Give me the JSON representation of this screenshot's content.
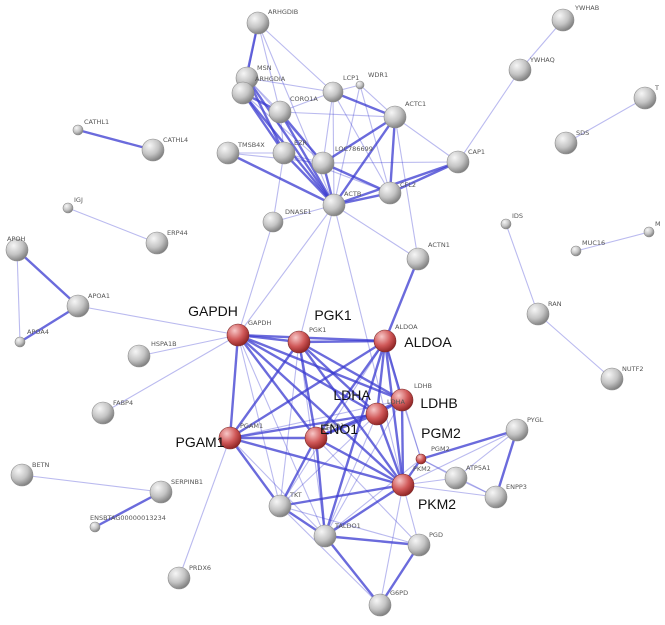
{
  "colors": {
    "edge": "#3a3ad0",
    "normal_node": "#c4c4c4",
    "normal_node_light": "#f6f6f6",
    "normal_node_dark": "#7a7a7a",
    "highlight_node": "#d05858",
    "highlight_node_light": "#f7c7c7",
    "highlight_node_dark": "#8a2020",
    "label": "#555555",
    "big_label": "#111111"
  },
  "network": {
    "nodes": [
      {
        "id": "ARHGDIB",
        "label": "ARHGDIB",
        "highlight": false
      },
      {
        "id": "YWHAB",
        "label": "YWHAB",
        "highlight": false
      },
      {
        "id": "YWHAQ",
        "label": "YWHAQ",
        "highlight": false
      },
      {
        "id": "MSN",
        "label": "MSN",
        "highlight": false
      },
      {
        "id": "ARHGDIA",
        "label": "ARHGDIA",
        "highlight": false
      },
      {
        "id": "LCP1",
        "label": "LCP1",
        "highlight": false
      },
      {
        "id": "WDR1",
        "label": "WDR1",
        "highlight": false
      },
      {
        "id": "CORO1A",
        "label": "CORO1A",
        "highlight": false
      },
      {
        "id": "ACTC1",
        "label": "ACTC1",
        "highlight": false
      },
      {
        "id": "CATHL1",
        "label": "CATHL1",
        "highlight": false
      },
      {
        "id": "CATHL4",
        "label": "CATHL4",
        "highlight": false
      },
      {
        "id": "TMSB4X",
        "label": "TMSB4X",
        "highlight": false
      },
      {
        "id": "EZR",
        "label": "EZR",
        "highlight": false
      },
      {
        "id": "LOC786699",
        "label": "LOC786699",
        "highlight": false
      },
      {
        "id": "CAP1",
        "label": "CAP1",
        "highlight": false
      },
      {
        "id": "SDS",
        "label": "SDS",
        "highlight": false
      },
      {
        "id": "T",
        "label": "T",
        "highlight": false
      },
      {
        "id": "CFL2",
        "label": "CFL2",
        "highlight": false
      },
      {
        "id": "ACTB",
        "label": "ACTB",
        "highlight": false
      },
      {
        "id": "IGJ",
        "label": "IGJ",
        "highlight": false
      },
      {
        "id": "DNASE1",
        "label": "DNASE1",
        "highlight": false
      },
      {
        "id": "ERP44",
        "label": "ERP44",
        "highlight": false
      },
      {
        "id": "IDS",
        "label": "IDS",
        "highlight": false
      },
      {
        "id": "MUC16",
        "label": "MUC16",
        "highlight": false
      },
      {
        "id": "M",
        "label": "M",
        "highlight": false
      },
      {
        "id": "APOH",
        "label": "APOH",
        "highlight": false
      },
      {
        "id": "ACTN1",
        "label": "ACTN1",
        "highlight": false
      },
      {
        "id": "APOA1",
        "label": "APOA1",
        "highlight": false
      },
      {
        "id": "RAN",
        "label": "RAN",
        "highlight": false
      },
      {
        "id": "APOA4",
        "label": "APOA4",
        "highlight": false
      },
      {
        "id": "GAPDH",
        "label": "GAPDH",
        "highlight": true,
        "big_label": "GAPDH"
      },
      {
        "id": "PGK1",
        "label": "PGK1",
        "highlight": true,
        "big_label": "PGK1"
      },
      {
        "id": "ALDOA",
        "label": "ALDOA",
        "highlight": true,
        "big_label": "ALDOA"
      },
      {
        "id": "HSPA1B",
        "label": "HSPA1B",
        "highlight": false
      },
      {
        "id": "NUTF2",
        "label": "NUTF2",
        "highlight": false
      },
      {
        "id": "LDHB",
        "label": "LDHB",
        "highlight": true,
        "big_label": "LDHB"
      },
      {
        "id": "LDHA",
        "label": "LDHA",
        "highlight": true,
        "big_label": "LDHA"
      },
      {
        "id": "FABP4",
        "label": "FABP4",
        "highlight": false
      },
      {
        "id": "PYGL",
        "label": "PYGL",
        "highlight": false
      },
      {
        "id": "PGAM1",
        "label": "PGAM1",
        "highlight": true,
        "big_label": "PGAM1"
      },
      {
        "id": "ENO1",
        "label": "ENO1",
        "highlight": true,
        "big_label": "ENO1"
      },
      {
        "id": "PGM2",
        "label": "PGM2",
        "highlight": true,
        "big_label": "PGM2"
      },
      {
        "id": "PKM2",
        "label": "PKM2",
        "highlight": true,
        "big_label": "PKM2"
      },
      {
        "id": "ATP5A1",
        "label": "ATP5A1",
        "highlight": false
      },
      {
        "id": "BETN",
        "label": "BETN",
        "highlight": false
      },
      {
        "id": "ENPP3",
        "label": "ENPP3",
        "highlight": false
      },
      {
        "id": "SERPINB1",
        "label": "SERPINB1",
        "highlight": false
      },
      {
        "id": "TKT",
        "label": "TKT",
        "highlight": false
      },
      {
        "id": "ENSBTAG",
        "label": "ENSBTAG00000013234",
        "highlight": false
      },
      {
        "id": "TALDO1",
        "label": "TALDO1",
        "highlight": false
      },
      {
        "id": "PGD",
        "label": "PGD",
        "highlight": false
      },
      {
        "id": "PRDX6",
        "label": "PRDX6",
        "highlight": false
      },
      {
        "id": "G6PD",
        "label": "G6PD",
        "highlight": false
      }
    ],
    "edges": [
      [
        "ARHGDIB",
        "ARHGDIA",
        2
      ],
      [
        "ARHGDIB",
        "MSN",
        1
      ],
      [
        "ARHGDIB",
        "CORO1A",
        1
      ],
      [
        "ARHGDIB",
        "LCP1",
        1
      ],
      [
        "ARHGDIB",
        "ACTB",
        1
      ],
      [
        "YWHAB",
        "YWHAQ",
        1
      ],
      [
        "YWHAQ",
        "CAP1",
        1
      ],
      [
        "ARHGDIA",
        "MSN",
        1
      ],
      [
        "ARHGDIA",
        "CORO1A",
        2
      ],
      [
        "ARHGDIA",
        "EZR",
        2
      ],
      [
        "ARHGDIA",
        "ACTB",
        2
      ],
      [
        "ARHGDIA",
        "LOC786699",
        1
      ],
      [
        "MSN",
        "EZR",
        2
      ],
      [
        "MSN",
        "LOC786699",
        1
      ],
      [
        "MSN",
        "CORO1A",
        1
      ],
      [
        "MSN",
        "ACTB",
        2
      ],
      [
        "MSN",
        "LCP1",
        1
      ],
      [
        "LCP1",
        "CORO1A",
        1
      ],
      [
        "LCP1",
        "ACTC1",
        2
      ],
      [
        "LCP1",
        "ACTB",
        1
      ],
      [
        "LCP1",
        "WDR1",
        1
      ],
      [
        "LCP1",
        "CFL2",
        1
      ],
      [
        "LCP1",
        "LOC786699",
        1
      ],
      [
        "WDR1",
        "ACTC1",
        1
      ],
      [
        "WDR1",
        "CFL2",
        1
      ],
      [
        "WDR1",
        "ACTB",
        1
      ],
      [
        "CORO1A",
        "EZR",
        1
      ],
      [
        "CORO1A",
        "LOC786699",
        2
      ],
      [
        "CORO1A",
        "ACTB",
        2
      ],
      [
        "CORO1A",
        "ACTC1",
        1
      ],
      [
        "ACTC1",
        "LOC786699",
        2
      ],
      [
        "ACTC1",
        "CFL2",
        2
      ],
      [
        "ACTC1",
        "ACTB",
        2
      ],
      [
        "ACTC1",
        "CAP1",
        1
      ],
      [
        "ACTC1",
        "ACTN1",
        1
      ],
      [
        "CATHL1",
        "CATHL4",
        2
      ],
      [
        "TMSB4X",
        "ACTB",
        2
      ],
      [
        "TMSB4X",
        "LOC786699",
        1
      ],
      [
        "TMSB4X",
        "EZR",
        1
      ],
      [
        "EZR",
        "LOC786699",
        1
      ],
      [
        "EZR",
        "ACTB",
        2
      ],
      [
        "EZR",
        "DNASE1",
        1
      ],
      [
        "EZR",
        "CFL2",
        1
      ],
      [
        "LOC786699",
        "ACTB",
        2
      ],
      [
        "LOC786699",
        "CFL2",
        2
      ],
      [
        "LOC786699",
        "CAP1",
        1
      ],
      [
        "CAP1",
        "CFL2",
        2
      ],
      [
        "CAP1",
        "ACTB",
        2
      ],
      [
        "SDS",
        "T",
        1
      ],
      [
        "CFL2",
        "ACTB",
        2
      ],
      [
        "ACTB",
        "DNASE1",
        1
      ],
      [
        "ACTB",
        "ACTN1",
        1
      ],
      [
        "ACTB",
        "GAPDH",
        1
      ],
      [
        "ACTB",
        "PGK1",
        1
      ],
      [
        "ACTB",
        "PKM2",
        1
      ],
      [
        "DNASE1",
        "GAPDH",
        1
      ],
      [
        "IGJ",
        "ERP44",
        1
      ],
      [
        "IDS",
        "RAN",
        1
      ],
      [
        "MUC16",
        "M",
        1
      ],
      [
        "APOH",
        "APOA1",
        2
      ],
      [
        "APOH",
        "APOA4",
        1
      ],
      [
        "APOA1",
        "APOA4",
        2
      ],
      [
        "APOA1",
        "GAPDH",
        1
      ],
      [
        "ACTN1",
        "ALDOA",
        2
      ],
      [
        "RAN",
        "NUTF2",
        1
      ],
      [
        "GAPDH",
        "PGK1",
        2
      ],
      [
        "GAPDH",
        "ALDOA",
        2
      ],
      [
        "GAPDH",
        "PGAM1",
        2
      ],
      [
        "GAPDH",
        "ENO1",
        2
      ],
      [
        "GAPDH",
        "LDHA",
        2
      ],
      [
        "GAPDH",
        "LDHB",
        2
      ],
      [
        "GAPDH",
        "PKM2",
        2
      ],
      [
        "GAPDH",
        "TKT",
        1
      ],
      [
        "GAPDH",
        "TALDO1",
        1
      ],
      [
        "GAPDH",
        "HSPA1B",
        1
      ],
      [
        "GAPDH",
        "FABP4",
        1
      ],
      [
        "PGK1",
        "ALDOA",
        2
      ],
      [
        "PGK1",
        "PGAM1",
        2
      ],
      [
        "PGK1",
        "ENO1",
        2
      ],
      [
        "PGK1",
        "LDHA",
        2
      ],
      [
        "PGK1",
        "LDHB",
        2
      ],
      [
        "PGK1",
        "PKM2",
        2
      ],
      [
        "PGK1",
        "TKT",
        1
      ],
      [
        "PGK1",
        "TALDO1",
        1
      ],
      [
        "ALDOA",
        "PGAM1",
        2
      ],
      [
        "ALDOA",
        "ENO1",
        2
      ],
      [
        "ALDOA",
        "LDHA",
        2
      ],
      [
        "ALDOA",
        "LDHB",
        2
      ],
      [
        "ALDOA",
        "PKM2",
        2
      ],
      [
        "ALDOA",
        "TKT",
        1
      ],
      [
        "ALDOA",
        "TALDO1",
        2
      ],
      [
        "ALDOA",
        "PGM2",
        1
      ],
      [
        "LDHB",
        "LDHA",
        2
      ],
      [
        "LDHB",
        "ENO1",
        2
      ],
      [
        "LDHB",
        "PKM2",
        2
      ],
      [
        "LDHB",
        "PGAM1",
        1
      ],
      [
        "LDHB",
        "TALDO1",
        1
      ],
      [
        "LDHB",
        "PGM2",
        1
      ],
      [
        "LDHA",
        "ENO1",
        2
      ],
      [
        "LDHA",
        "PKM2",
        2
      ],
      [
        "LDHA",
        "PGAM1",
        2
      ],
      [
        "LDHA",
        "TKT",
        1
      ],
      [
        "LDHA",
        "TALDO1",
        1
      ],
      [
        "PYGL",
        "PGM2",
        2
      ],
      [
        "PYGL",
        "ENPP3",
        2
      ],
      [
        "PYGL",
        "ATP5A1",
        1
      ],
      [
        "PYGL",
        "PKM2",
        1
      ],
      [
        "PGAM1",
        "ENO1",
        2
      ],
      [
        "PGAM1",
        "PKM2",
        2
      ],
      [
        "PGAM1",
        "TKT",
        2
      ],
      [
        "PGAM1",
        "TALDO1",
        1
      ],
      [
        "PGAM1",
        "PRDX6",
        1
      ],
      [
        "ENO1",
        "PKM2",
        2
      ],
      [
        "ENO1",
        "TKT",
        2
      ],
      [
        "ENO1",
        "TALDO1",
        2
      ],
      [
        "ENO1",
        "PGD",
        1
      ],
      [
        "PGM2",
        "PKM2",
        2
      ],
      [
        "PGM2",
        "ATP5A1",
        1
      ],
      [
        "PGM2",
        "ENPP3",
        1
      ],
      [
        "PGM2",
        "TALDO1",
        1
      ],
      [
        "PKM2",
        "TKT",
        2
      ],
      [
        "PKM2",
        "TALDO1",
        2
      ],
      [
        "PKM2",
        "PGD",
        1
      ],
      [
        "PKM2",
        "G6PD",
        1
      ],
      [
        "PKM2",
        "ATP5A1",
        1
      ],
      [
        "PKM2",
        "ENPP3",
        1
      ],
      [
        "ATP5A1",
        "ENPP3",
        1
      ],
      [
        "SERPINB1",
        "ENSBTAG",
        2
      ],
      [
        "SERPINB1",
        "BETN",
        1
      ],
      [
        "TKT",
        "TALDO1",
        2
      ],
      [
        "TKT",
        "PGD",
        1
      ],
      [
        "TKT",
        "G6PD",
        1
      ],
      [
        "TALDO1",
        "PGD",
        2
      ],
      [
        "TALDO1",
        "G6PD",
        2
      ],
      [
        "PGD",
        "G6PD",
        2
      ]
    ]
  }
}
